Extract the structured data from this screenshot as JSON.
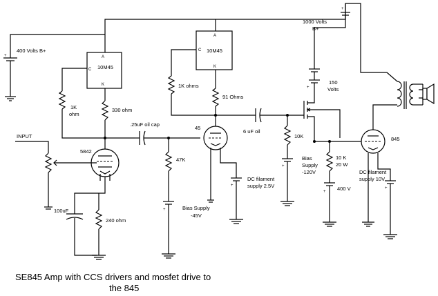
{
  "title_line1": "SE845 Amp with CCS drivers and mosfet drive to",
  "title_line2": "the 845",
  "labels": {
    "supply_400": "400 Volts B+",
    "ccs1": "10M45",
    "ccs2": "10M45",
    "r_1k_a": "1K",
    "r_1k_a2": "ohm",
    "r_330": "330 ohm",
    "r_1k_b": "1K ohms",
    "r_91": "91 Ohms",
    "cap_25": ".25uF oil cap",
    "cap_6": "6 uF oil",
    "tube_5842": "5842",
    "tube_45": "45",
    "tube_845": "845",
    "input": "INPUT",
    "r_47k": "47K",
    "bias_45_1": "Bias Supply",
    "bias_45_2": "-45V",
    "r_10k": "10K",
    "bias_120_1": "Bias",
    "bias_120_2": "Supply",
    "bias_120_3": "-120V",
    "r_10k20w_1": "10 K",
    "r_10k20w_2": "20 W",
    "supply_400v": "400 V",
    "dcfil_45_1": "DC filament",
    "dcfil_45_2": "supply 2.5V",
    "dcfil_845_1": "DC filament",
    "dcfil_845_2": "supply 10V",
    "cap_100": "100uF",
    "r_240": "240 ohm",
    "supply_1000_1": "1000 Volts",
    "supply_1000_2": "B+",
    "v_150_1": "150",
    "v_150_2": "Volts",
    "pin_a1": "A",
    "pin_c1": "C",
    "pin_k1": "K",
    "pin_a2": "A",
    "pin_c2": "C",
    "pin_k2": "K",
    "plus": "+"
  }
}
